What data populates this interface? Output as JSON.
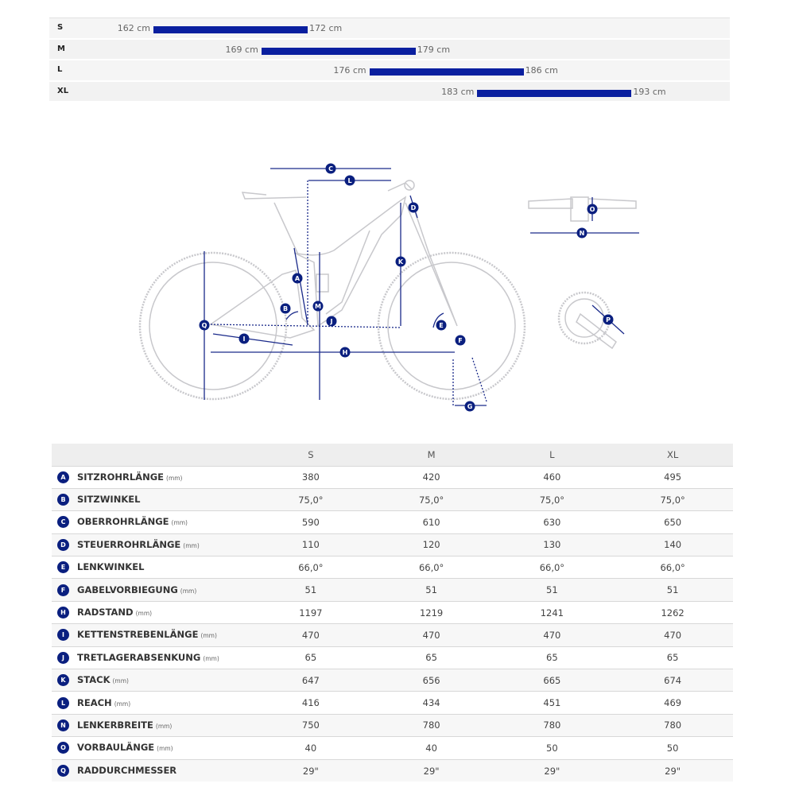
{
  "size_chart": {
    "accent": "#0a1f9f",
    "rows": [
      {
        "size": "S",
        "min": 162,
        "max": 172,
        "min_label": "162 cm",
        "max_label": "172 cm"
      },
      {
        "size": "M",
        "min": 169,
        "max": 179,
        "min_label": "169 cm",
        "max_label": "179 cm"
      },
      {
        "size": "L",
        "min": 176,
        "max": 186,
        "min_label": "176 cm",
        "max_label": "186 cm"
      },
      {
        "size": "XL",
        "min": 183,
        "max": 193,
        "min_label": "183 cm",
        "max_label": "193 cm"
      }
    ]
  },
  "diagram": {
    "labels": [
      "C",
      "L",
      "D",
      "K",
      "A",
      "M",
      "B",
      "J",
      "E",
      "F",
      "I",
      "H",
      "Q",
      "G",
      "O",
      "N",
      "P"
    ]
  },
  "geometry": {
    "columns": [
      "S",
      "M",
      "L",
      "XL"
    ],
    "rows": [
      {
        "letter": "A",
        "name": "SITZROHRLÄNGE",
        "unit": "(mm)",
        "values": [
          "380",
          "420",
          "460",
          "495"
        ]
      },
      {
        "letter": "B",
        "name": "SITZWINKEL",
        "unit": "",
        "values": [
          "75,0°",
          "75,0°",
          "75,0°",
          "75,0°"
        ]
      },
      {
        "letter": "C",
        "name": "OBERROHRLÄNGE",
        "unit": "(mm)",
        "values": [
          "590",
          "610",
          "630",
          "650"
        ]
      },
      {
        "letter": "D",
        "name": "STEUERROHRLÄNGE",
        "unit": "(mm)",
        "values": [
          "110",
          "120",
          "130",
          "140"
        ]
      },
      {
        "letter": "E",
        "name": "LENKWINKEL",
        "unit": "",
        "values": [
          "66,0°",
          "66,0°",
          "66,0°",
          "66,0°"
        ]
      },
      {
        "letter": "F",
        "name": "GABELVORBIEGUNG",
        "unit": "(mm)",
        "values": [
          "51",
          "51",
          "51",
          "51"
        ]
      },
      {
        "letter": "H",
        "name": "RADSTAND",
        "unit": "(mm)",
        "values": [
          "1197",
          "1219",
          "1241",
          "1262"
        ]
      },
      {
        "letter": "I",
        "name": "KETTENSTREBENLÄNGE",
        "unit": "(mm)",
        "values": [
          "470",
          "470",
          "470",
          "470"
        ]
      },
      {
        "letter": "J",
        "name": "TRETLAGERABSENKUNG",
        "unit": "(mm)",
        "values": [
          "65",
          "65",
          "65",
          "65"
        ]
      },
      {
        "letter": "K",
        "name": "STACK",
        "unit": "(mm)",
        "values": [
          "647",
          "656",
          "665",
          "674"
        ]
      },
      {
        "letter": "L",
        "name": "REACH",
        "unit": "(mm)",
        "values": [
          "416",
          "434",
          "451",
          "469"
        ]
      },
      {
        "letter": "N",
        "name": "LENKERBREITE",
        "unit": "(mm)",
        "values": [
          "750",
          "780",
          "780",
          "780"
        ]
      },
      {
        "letter": "O",
        "name": "VORBAULÄNGE",
        "unit": "(mm)",
        "values": [
          "40",
          "40",
          "50",
          "50"
        ]
      },
      {
        "letter": "Q",
        "name": "RADDURCHMESSER",
        "unit": "",
        "values": [
          "29\"",
          "29\"",
          "29\"",
          "29\""
        ]
      }
    ]
  }
}
